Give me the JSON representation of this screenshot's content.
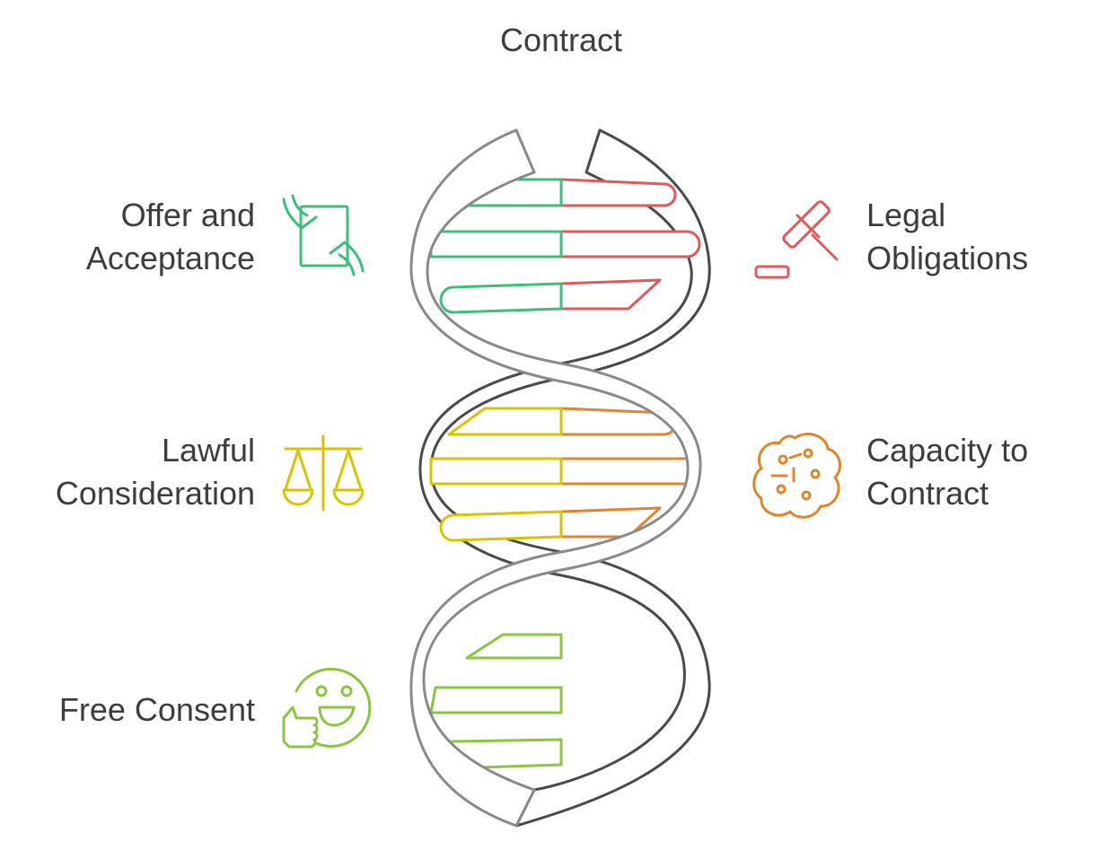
{
  "title": "Contract",
  "items": {
    "offer": {
      "lines": [
        "Offer and",
        "Acceptance"
      ],
      "color": "#3dbf7b",
      "icon": "hands-document-icon"
    },
    "legal": {
      "lines": [
        "Legal",
        "Obligations"
      ],
      "color": "#e05a5a",
      "icon": "gavel-icon"
    },
    "lawful": {
      "lines": [
        "Lawful",
        "Consideration"
      ],
      "color": "#d9c400",
      "icon": "scales-icon"
    },
    "capacity": {
      "lines": [
        "Capacity to",
        "Contract"
      ],
      "color": "#e0852f",
      "icon": "brain-icon"
    },
    "consent": {
      "lines": [
        "Free Consent"
      ],
      "color": "#8cc63f",
      "icon": "thumbs-up-smile-icon"
    }
  },
  "colors": {
    "helix": "#8a8a8a",
    "helix_dark": "#4a4a4a",
    "text": "#3d3d3d"
  }
}
